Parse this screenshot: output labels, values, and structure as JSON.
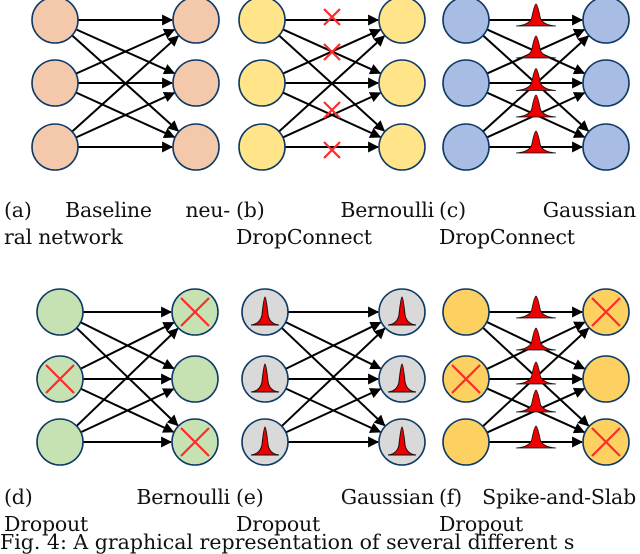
{
  "colors": {
    "baseline": "#f4c8aa",
    "bernoulli_dropconnect": "#ffe48a",
    "gaussian_dropconnect": "#a9bde4",
    "bernoulli_dropout": "#c6e2b3",
    "gaussian_dropout": "#d9d9d9",
    "spike_slab": "#fcd162",
    "cross": "#ff2a2a",
    "peak": "#ee0000",
    "node_stroke": "#0f3a66"
  },
  "panels": [
    {
      "id": "a",
      "node_color": "baseline",
      "mode": "none",
      "dropped_nodes": [],
      "caption_lines": [
        [
          "(a)",
          "Baseline",
          "neu-"
        ],
        [
          "ral network"
        ]
      ]
    },
    {
      "id": "b",
      "node_color": "bernoulli_dropconnect",
      "mode": "edge_cross",
      "dropped_nodes": [],
      "caption_lines": [
        [
          "(b)",
          "Bernoulli"
        ],
        [
          "DropConnect"
        ]
      ]
    },
    {
      "id": "c",
      "node_color": "gaussian_dropconnect",
      "mode": "edge_peak",
      "dropped_nodes": [],
      "caption_lines": [
        [
          "(c)",
          "Gaussian"
        ],
        [
          "DropConnect"
        ]
      ]
    },
    {
      "id": "d",
      "node_color": "bernoulli_dropout",
      "mode": "node_cross",
      "dropped_nodes": [
        "L1",
        "R0",
        "R2"
      ],
      "caption_lines": [
        [
          "(d)",
          "Bernoulli"
        ],
        [
          "Dropout"
        ]
      ]
    },
    {
      "id": "e",
      "node_color": "gaussian_dropout",
      "mode": "node_peak",
      "dropped_nodes": [],
      "caption_lines": [
        [
          "(e)",
          "Gaussian"
        ],
        [
          "Dropout"
        ]
      ]
    },
    {
      "id": "f",
      "node_color": "spike_slab",
      "mode": "spike_slab",
      "dropped_nodes": [
        "L1",
        "R0",
        "R2"
      ],
      "caption_lines": [
        [
          "(f)",
          "Spike-and-Slab"
        ],
        [
          "Dropout"
        ]
      ]
    }
  ],
  "footer_text": "Fig. 4:  A graphical representation of several different s"
}
